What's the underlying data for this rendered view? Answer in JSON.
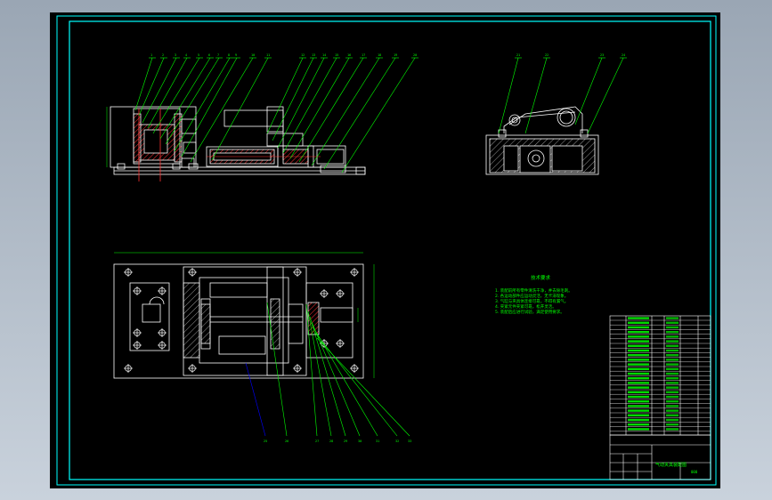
{
  "drawing": {
    "background": "#000000",
    "frame_color": "#00ffff",
    "line_color": "#ffffff",
    "leader_color": "#00ff00",
    "special_leader_color": "#0000ff",
    "hatch_color": "#ff3333",
    "text_color": "#00ff00"
  },
  "notes": {
    "heading": "技术要求",
    "lines": [
      "1. 装配前所有零件清洗干净，并去除毛刺。",
      "2. 各运动部件应运动灵活，无卡滞现象。",
      "3. 气缸与夹具体连接可靠，不得有漏气。",
      "4. 夹紧元件夹紧可靠，松开灵活。",
      "5. 装配后应进行试验，满足使用要求。"
    ]
  },
  "title_block": {
    "drawing_title": "气动夹具装配图",
    "drawing_no": "000"
  },
  "part_numbers": {
    "front": [
      "1",
      "2",
      "3",
      "4",
      "5",
      "6",
      "7",
      "8",
      "9",
      "10",
      "11",
      "12",
      "13",
      "14",
      "15",
      "16",
      "17",
      "18",
      "19",
      "20"
    ],
    "side": [
      "21",
      "22",
      "23",
      "24"
    ],
    "plan": [
      "25",
      "26",
      "27",
      "28",
      "29",
      "30",
      "31",
      "32",
      "33"
    ]
  }
}
